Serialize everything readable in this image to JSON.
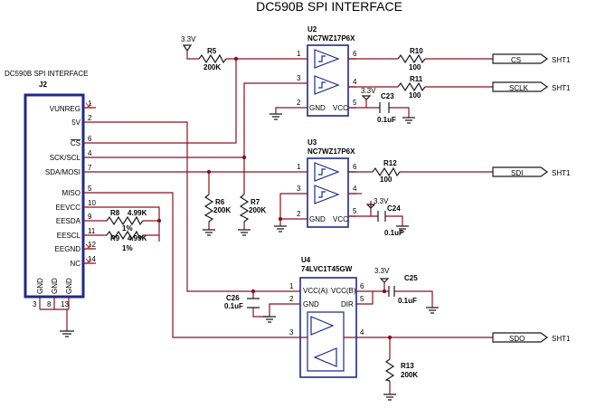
{
  "title": "DC590B SPI INTERFACE",
  "colors": {
    "wire": "#8a1020",
    "chip": "#1f2a8a",
    "nc_mark": "#c0392b"
  },
  "j2": {
    "header": "DC590B SPI INTERFACE",
    "ref": "J2",
    "pins": [
      {
        "name": "VUNREG",
        "num": "1"
      },
      {
        "name": "5V",
        "num": "2"
      },
      {
        "name": "CS",
        "num": "6"
      },
      {
        "name": "SCK/SCL",
        "num": "4"
      },
      {
        "name": "SDA/MOSI",
        "num": "7"
      },
      {
        "name": "MISO",
        "num": "5"
      },
      {
        "name": "EEVCC",
        "num": "10"
      },
      {
        "name": "EESDA",
        "num": "9"
      },
      {
        "name": "EESCL",
        "num": "11"
      },
      {
        "name": "EEGND",
        "num": "12"
      },
      {
        "name": "NC",
        "num": "14"
      }
    ],
    "gnd_pins": [
      {
        "name": "GND",
        "num": "3"
      },
      {
        "name": "GND",
        "num": "8"
      },
      {
        "name": "GND",
        "num": "13"
      }
    ]
  },
  "u2": {
    "ref": "U2",
    "part": "NC7WZ17P6X",
    "pins": {
      "in1": "1",
      "out1": "6",
      "in2": "3",
      "out2": "4",
      "gnd": "2",
      "vcc": "5"
    },
    "gnd_label": "GND",
    "vcc_label": "VCC"
  },
  "u3": {
    "ref": "U3",
    "part": "NC7WZ17P6X",
    "pins": {
      "in1": "1",
      "out1": "6",
      "in2": "3",
      "out2": "4",
      "gnd": "2",
      "vcc": "5"
    },
    "gnd_label": "GND",
    "vcc_label": "VCC"
  },
  "u4": {
    "ref": "U4",
    "part": "74LVC1T45GW",
    "pins": {
      "vcca": "1",
      "gnd": "2",
      "a": "3",
      "vccb": "6",
      "dir": "5",
      "b": "4"
    },
    "vcca_label": "VCC(A)",
    "gnd_label": "GND",
    "vccb_label": "VCC(B)",
    "dir_label": "DIR"
  },
  "resistors": {
    "r5": {
      "ref": "R5",
      "value": "200K"
    },
    "r10": {
      "ref": "R10",
      "value": "100"
    },
    "r11": {
      "ref": "R11",
      "value": "100"
    },
    "r12": {
      "ref": "R12",
      "value": "100"
    },
    "r6": {
      "ref": "R6",
      "value": "200K"
    },
    "r7": {
      "ref": "R7",
      "value": "200K"
    },
    "r8": {
      "ref": "R8",
      "value": "4.99K",
      "tol": "1%"
    },
    "r9": {
      "ref": "R9",
      "value": "4.99K",
      "tol": "1%"
    },
    "r13": {
      "ref": "R13",
      "value": "200K"
    }
  },
  "capacitors": {
    "c23": {
      "ref": "C23",
      "value": "0.1uF"
    },
    "c24": {
      "ref": "C24",
      "value": "0.1uF"
    },
    "c25": {
      "ref": "C25",
      "value": "0.1uF"
    },
    "c26": {
      "ref": "C26",
      "value": "0.1uF"
    }
  },
  "power": {
    "v33": "3.3V"
  },
  "offsheet": {
    "cs": {
      "name": "CS",
      "sheet": "SHT1"
    },
    "sclk": {
      "name": "SCLK",
      "sheet": "SHT1"
    },
    "sdi": {
      "name": "SDI",
      "sheet": "SHT1"
    },
    "sdo": {
      "name": "SDO",
      "sheet": "SHT1"
    }
  }
}
